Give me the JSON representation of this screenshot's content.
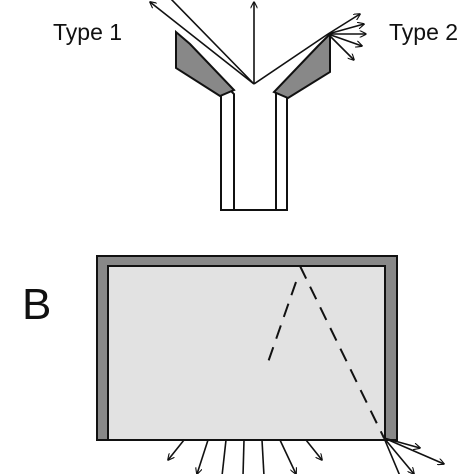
{
  "labels": {
    "type1": "Type 1",
    "type2": "Type 2",
    "panel_b": "B"
  },
  "colors": {
    "wall_gray": "#888888",
    "interior_gray": "#e2e2e2",
    "stroke": "#111111",
    "background": "#ffffff"
  }
}
